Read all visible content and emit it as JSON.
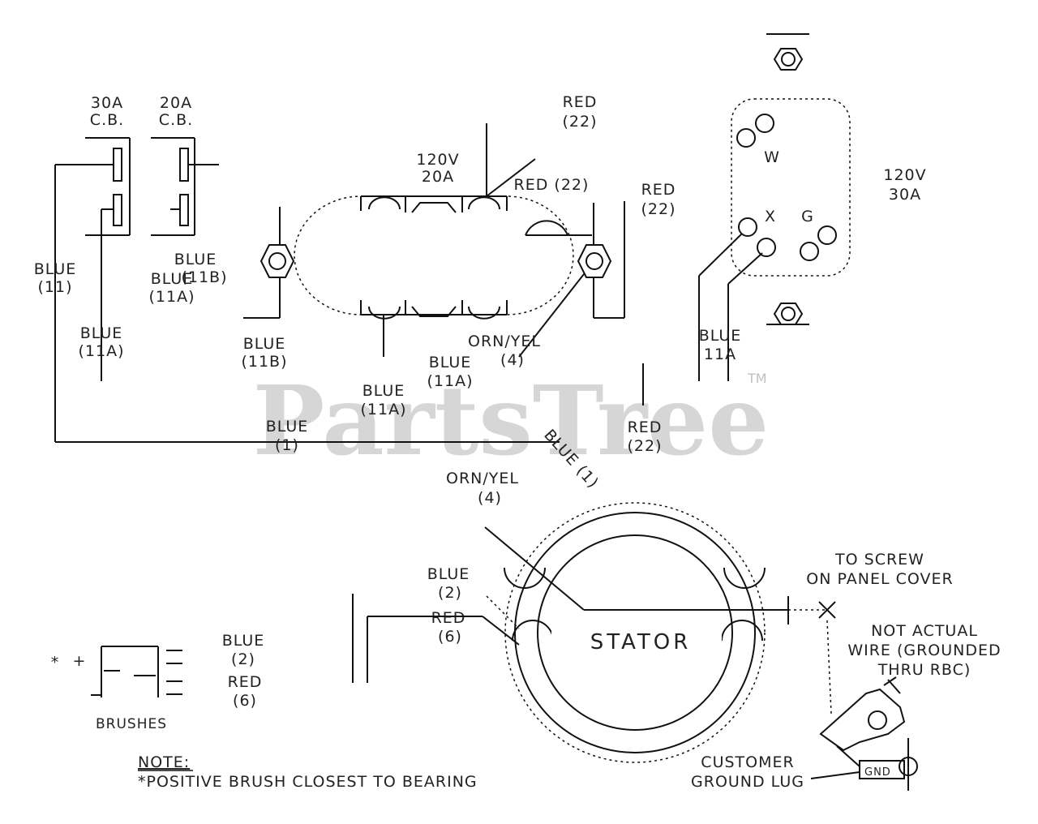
{
  "watermark": {
    "brand": "PartsTree",
    "tm": "TM"
  },
  "breakers": {
    "cb30_amp": "30A",
    "cb30_cb": "C.B.",
    "cb20_amp": "20A",
    "cb20_cb": "C.B."
  },
  "outlet_20a": {
    "voltage": "120V",
    "amps": "20A"
  },
  "outlet_30a": {
    "voltage": "120V",
    "amps": "30A",
    "term_w": "W",
    "term_x": "X",
    "term_g": "G"
  },
  "wire_labels": {
    "red_22_top": [
      "RED",
      "(22)"
    ],
    "red_22_mid": [
      "RED (22)"
    ],
    "red_22_right": [
      "RED",
      "(22)"
    ],
    "blue_11": [
      "BLUE",
      "(11)"
    ],
    "blue_11b_left": [
      "BLUE",
      "(11B)"
    ],
    "blue_11a_left": [
      "BLUE",
      "(11A)"
    ],
    "blue_11a_lower": [
      "BLUE",
      "(11A)"
    ],
    "blue_11b_lower": [
      "BLUE",
      "(11B)"
    ],
    "blue_11a_center": [
      "BLUE",
      "(11A)"
    ],
    "blue_11a_bottom": [
      "BLUE",
      "(11A)"
    ],
    "orn_yel_upper": [
      "ORN/YEL",
      "(4)"
    ],
    "blue_11a_right": [
      "BLUE",
      "11A"
    ],
    "blue_bottom": [
      "BLUE",
      "(1)"
    ],
    "red_22_stator": [
      "RED",
      "(22)"
    ],
    "blue_1_diag": "BLUE (1)",
    "orn_yel_lower": [
      "ORN/YEL",
      "(4)"
    ],
    "blue_2_stator": [
      "BLUE",
      "(2)"
    ],
    "red_6_stator": [
      "RED",
      "(6)"
    ]
  },
  "stator": {
    "label": "STATOR"
  },
  "ground": {
    "to_screw": [
      "TO SCREW",
      "ON PANEL COVER"
    ],
    "not_actual": [
      "NOT ACTUAL",
      "WIRE (GROUNDED",
      "THRU RBC)"
    ],
    "customer_lug": [
      "CUSTOMER",
      "GROUND LUG"
    ],
    "gnd": "GND"
  },
  "brushes": {
    "star": "*",
    "plus": "+",
    "label": "BRUSHES",
    "blue_2": [
      "BLUE",
      "(2)"
    ],
    "red_6": [
      "RED",
      "(6)"
    ]
  },
  "note": {
    "title": "NOTE:",
    "text": "*POSITIVE BRUSH CLOSEST TO BEARING"
  }
}
